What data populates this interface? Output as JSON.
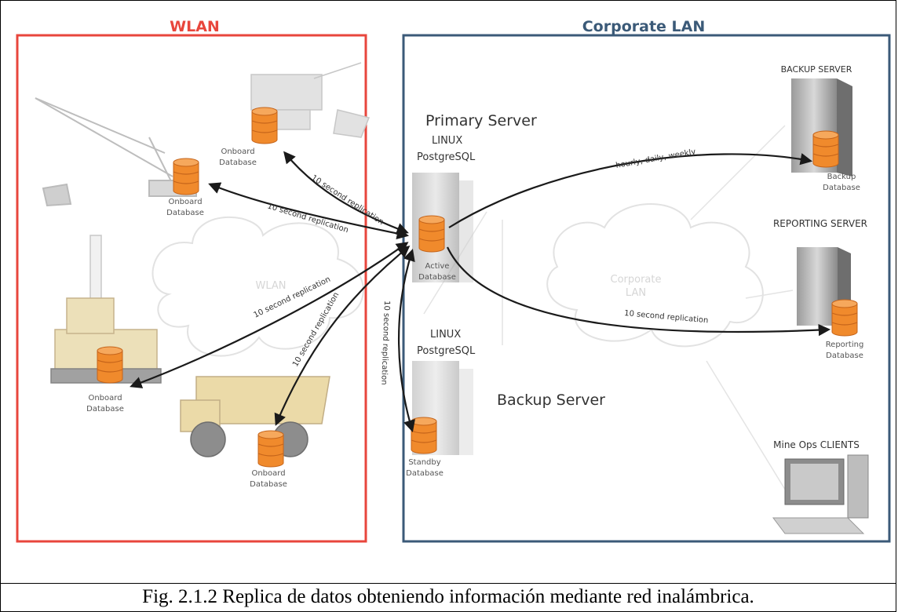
{
  "zones": {
    "wlan": {
      "title": "WLAN",
      "color": "#e8463c",
      "cloud_label": "WLAN"
    },
    "lan": {
      "title": "Corporate LAN",
      "color": "#3b5a78",
      "cloud_label_line1": "Corporate",
      "cloud_label_line2": "LAN"
    }
  },
  "primary_server": {
    "title": "Primary Server",
    "os": "LINUX",
    "db": "PostgreSQL",
    "db_label_1": "Active",
    "db_label_2": "Database"
  },
  "backup_server_local": {
    "os": "LINUX",
    "db": "PostgreSQL",
    "title": "Backup Server",
    "db_label_1": "Standby",
    "db_label_2": "Database"
  },
  "right_servers": {
    "backup": {
      "title": "BACKUP SERVER",
      "db_label_1": "Backup",
      "db_label_2": "Database"
    },
    "reporting": {
      "title": "REPORTING SERVER",
      "db_label_1": "Reporting",
      "db_label_2": "Database"
    },
    "clients": {
      "title": "Mine Ops CLIENTS"
    }
  },
  "onboard": {
    "label_1": "Onboard",
    "label_2": "Database"
  },
  "links": {
    "ten_sec": "10 second replication",
    "hourly": "hourly, daily, weekly"
  },
  "caption": "Fig. 2.1.2 Replica de datos obteniendo información mediante red inalámbrica.",
  "colors": {
    "db_orange": "#f08a2c",
    "db_dark": "#c5641a",
    "arrow": "#1a1a1a"
  }
}
